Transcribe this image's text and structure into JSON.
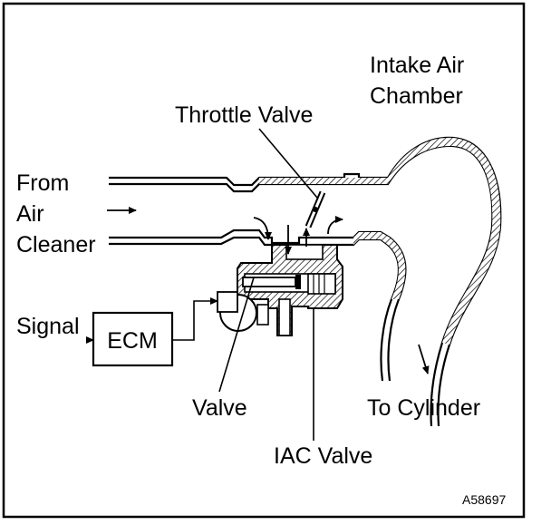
{
  "diagram": {
    "labels": {
      "intake_air_chamber_line1": "Intake Air",
      "intake_air_chamber_line2": "Chamber",
      "throttle_valve": "Throttle Valve",
      "from_air_cleaner_line1": "From",
      "from_air_cleaner_line2": "Air",
      "from_air_cleaner_line3": "Cleaner",
      "signal": "Signal",
      "ecm": "ECM",
      "valve": "Valve",
      "to_cylinder": "To Cylinder",
      "iac_valve": "IAC Valve",
      "figure_id": "A58697"
    }
  }
}
